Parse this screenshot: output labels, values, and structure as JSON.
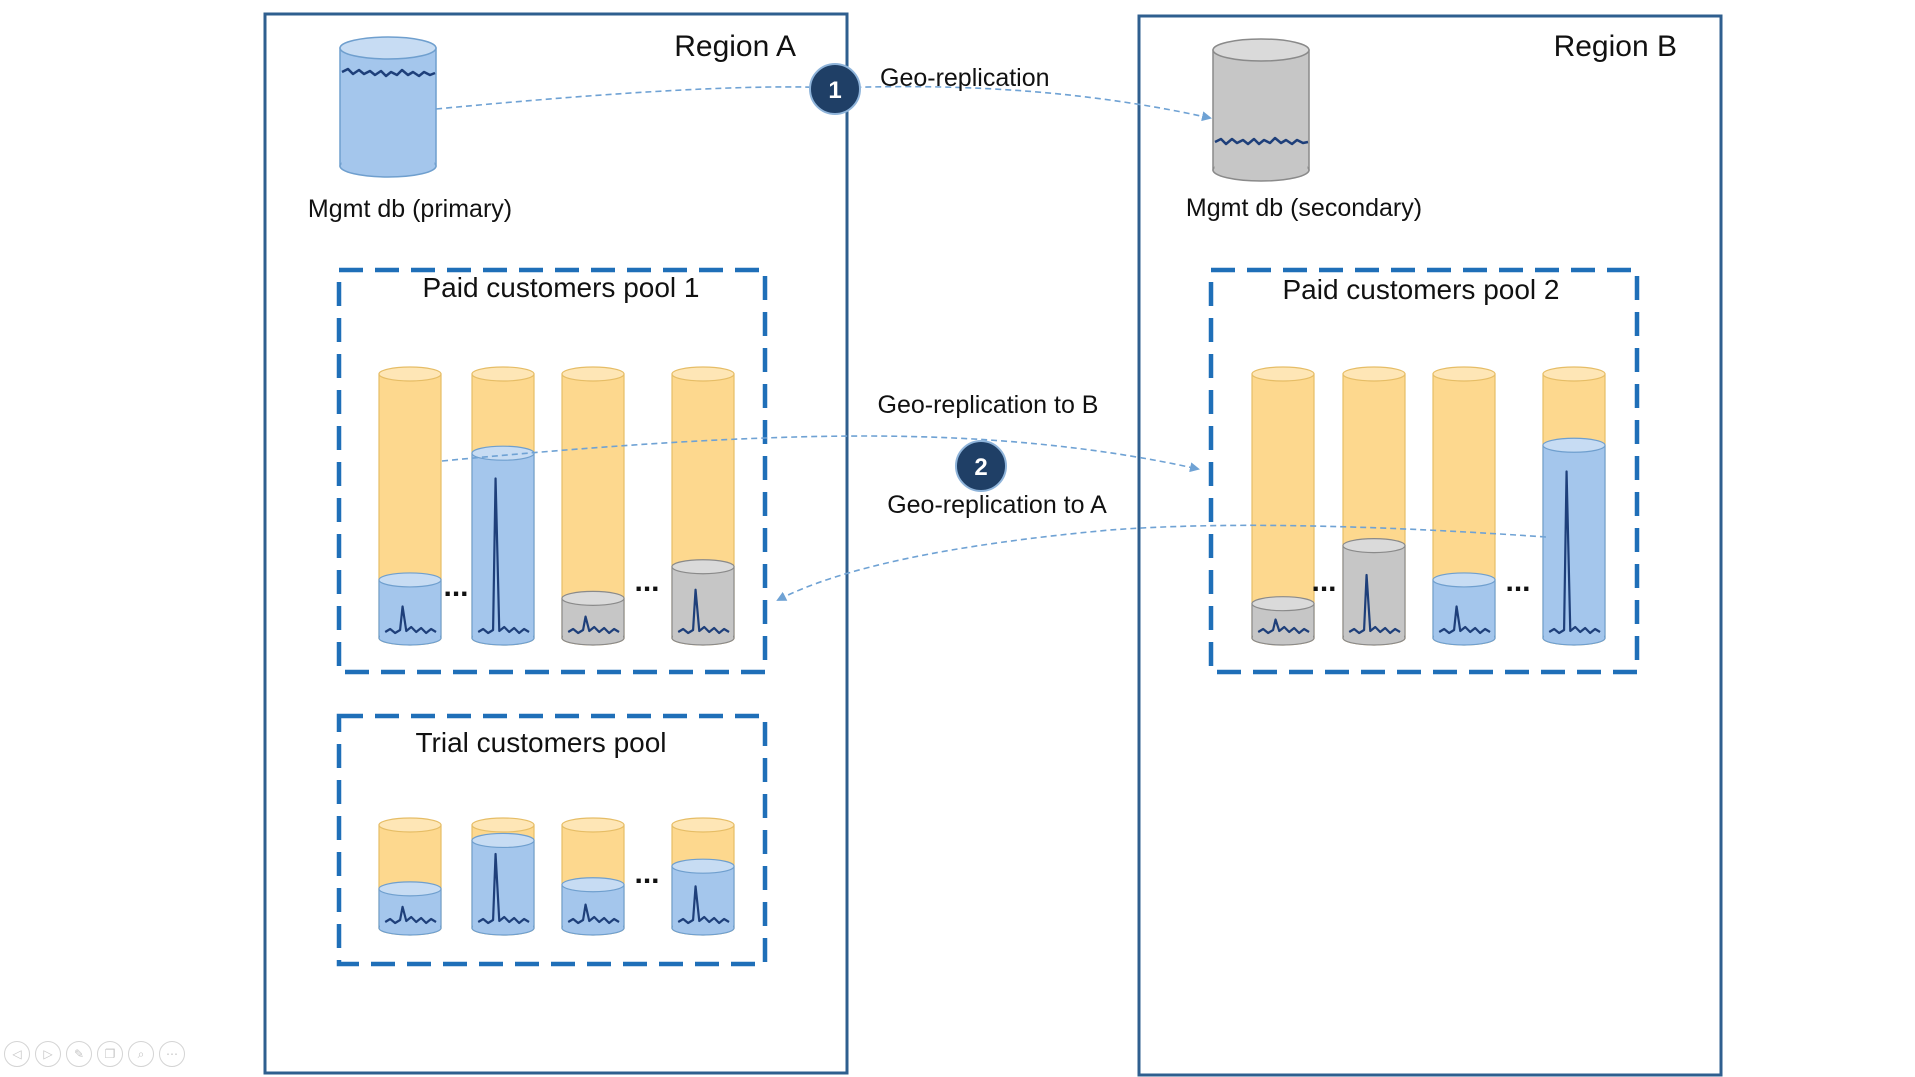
{
  "colors": {
    "region_border": "#2f5f8f",
    "pool_border": "#1f6fb8",
    "cylinder_blue": "#a4c6ec",
    "cylinder_blue_top": "#c7dcf3",
    "cylinder_orange": "#fdd88e",
    "cylinder_orange_top": "#fee6b6",
    "cylinder_gray": "#c6c6c6",
    "cylinder_gray_top": "#dadada",
    "sparkline": "#1e3f7a",
    "badge": "#1f3f66",
    "arrow": "#6fa2d4"
  },
  "regions": {
    "a": {
      "title": "Region A"
    },
    "b": {
      "title": "Region B"
    }
  },
  "mgmt": {
    "primary_label": "Mgmt db (primary)",
    "secondary_label": "Mgmt db (secondary)"
  },
  "pools": {
    "paid1": {
      "title": "Paid customers pool 1",
      "cylinders": [
        {
          "fill": "blue",
          "level": 0.22,
          "sparkline": "small"
        },
        {
          "fill": "blue",
          "level": 0.7,
          "sparkline": "tall"
        },
        {
          "fill": "gray",
          "level": 0.15,
          "sparkline": "small"
        },
        {
          "fill": "gray",
          "level": 0.27,
          "sparkline": "medium"
        }
      ],
      "ellipses": [
        "...",
        "..."
      ]
    },
    "paid2": {
      "title": "Paid customers pool 2",
      "cylinders": [
        {
          "fill": "gray",
          "level": 0.13,
          "sparkline": "small"
        },
        {
          "fill": "gray",
          "level": 0.35,
          "sparkline": "medium"
        },
        {
          "fill": "blue",
          "level": 0.22,
          "sparkline": "small"
        },
        {
          "fill": "blue",
          "level": 0.73,
          "sparkline": "tall"
        }
      ],
      "ellipses": [
        "...",
        "..."
      ]
    },
    "trial": {
      "title": "Trial customers pool",
      "cylinders": [
        {
          "fill": "blue",
          "level": 0.38,
          "sparkline": "small"
        },
        {
          "fill": "blue",
          "level": 0.85,
          "sparkline": "tall"
        },
        {
          "fill": "blue",
          "level": 0.42,
          "sparkline": "small"
        },
        {
          "fill": "blue",
          "level": 0.6,
          "sparkline": "medium"
        }
      ],
      "ellipses": [
        "..."
      ]
    }
  },
  "steps": [
    {
      "number": "1",
      "label": "Geo-replication"
    },
    {
      "number": "2",
      "label_to_b": "Geo-replication to B",
      "label_to_a": "Geo-replication to A"
    }
  ],
  "controls": [
    {
      "name": "prev-slide",
      "glyph": "◁"
    },
    {
      "name": "next-slide",
      "glyph": "▷"
    },
    {
      "name": "pen",
      "glyph": "✎"
    },
    {
      "name": "slides",
      "glyph": "❐"
    },
    {
      "name": "zoom",
      "glyph": "⌕"
    },
    {
      "name": "more",
      "glyph": "⋯"
    }
  ]
}
